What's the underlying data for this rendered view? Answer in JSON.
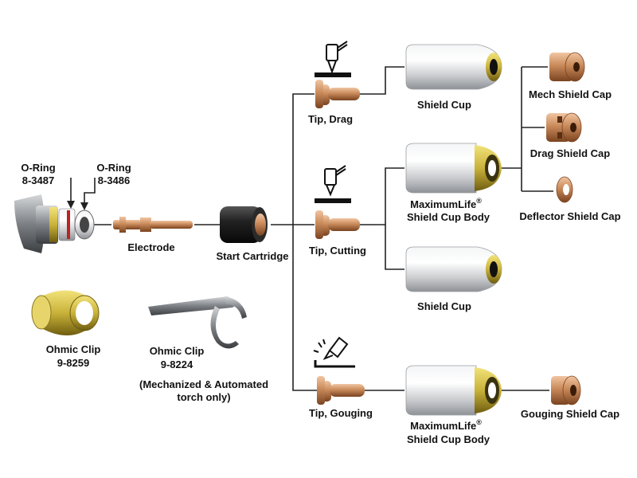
{
  "labels": {
    "oring1_a": "O-Ring",
    "oring1_b": "8-3487",
    "oring2_a": "O-Ring",
    "oring2_b": "8-3486",
    "electrode": "Electrode",
    "start_cartridge": "Start Cartridge",
    "ohmic_clip1_a": "Ohmic Clip",
    "ohmic_clip1_b": "9-8259",
    "ohmic_clip2_a": "Ohmic Clip",
    "ohmic_clip2_b": "9-8224",
    "ohmic_note_a": "(Mechanized & Automated",
    "ohmic_note_b": "torch only)",
    "tip_drag": "Tip, Drag",
    "tip_cutting": "Tip, Cutting",
    "tip_gouging": "Tip, Gouging",
    "shield_cup_1": "Shield Cup",
    "shield_cup_2": "Shield Cup",
    "maxlife_1_a": "MaximumLife",
    "maxlife_1_b": "Shield Cup Body",
    "maxlife_2_a": "MaximumLife",
    "maxlife_2_b": "Shield Cup Body",
    "registered": "®",
    "mech_shield_cap": "Mech Shield Cap",
    "drag_shield_cap": "Drag Shield Cap",
    "deflector_shield_cap": "Deflector Shield Cap",
    "gouging_shield_cap": "Gouging Shield Cap"
  },
  "colors": {
    "copper": "#c98a5a",
    "copper_dark": "#8a4f2a",
    "brass": "#c9b23a",
    "silver": "#d8dadc",
    "black": "#1e1e1e"
  },
  "icons": {
    "drag": "drag-cutting-torch-icon",
    "cutting": "standoff-cutting-torch-icon",
    "gouging": "gouging-torch-icon"
  }
}
